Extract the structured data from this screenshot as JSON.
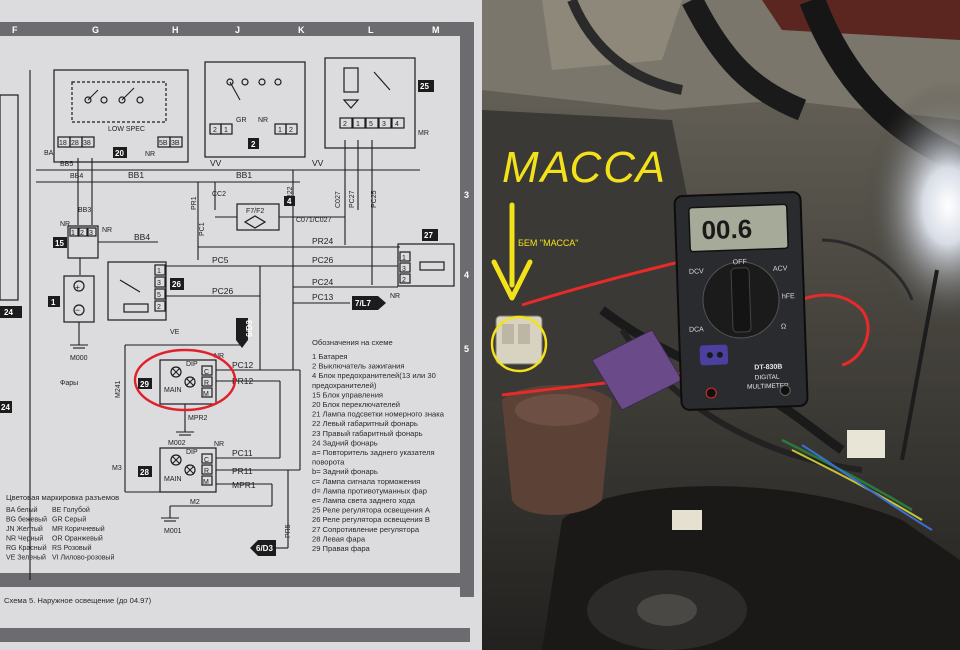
{
  "left_diagram": {
    "grid_columns": [
      "F",
      "G",
      "H",
      "J",
      "K",
      "L",
      "M"
    ],
    "grid_rows": [
      "3",
      "4",
      "5"
    ],
    "left_edge_labels": [
      "24",
      "24"
    ],
    "components": {
      "c20": "20",
      "c2": "2",
      "c25": "25",
      "c4": "4",
      "c15": "15",
      "c27": "27",
      "c1": "1",
      "c26": "26",
      "c29": "29",
      "c28": "28",
      "low_spec": "LOW SPEC",
      "dip": "DIP",
      "main": "MAIN",
      "nr": "NR",
      "gr": "GR",
      "mr": "MR",
      "ve": "VE",
      "ba": "BA",
      "fuse": "F7/F2",
      "fuse_wires": "C071/C027",
      "fary": "Фары",
      "connector_pins": {
        "c20_left": [
          "18",
          "28",
          "38"
        ],
        "c20_right": [
          "5B",
          "3B"
        ],
        "c2_left": [
          "2",
          "1"
        ],
        "c2_right": [
          "1",
          "2"
        ],
        "c25_pins": [
          "2",
          "1",
          "5",
          "3",
          "4"
        ],
        "c27_pins": [
          "1",
          "3",
          "2"
        ],
        "c26_pins": [
          "1",
          "3",
          "5",
          "2"
        ],
        "c15_pins": [
          "1",
          "2",
          "3"
        ],
        "c29_pins": [
          "C",
          "R",
          "M"
        ],
        "c28_pins": [
          "C",
          "R",
          "M"
        ]
      },
      "plus": "+",
      "minus": "−"
    },
    "wire_labels": {
      "vv1": "VV",
      "vv2": "VV",
      "bb1a": "BB1",
      "bb1b": "BB1",
      "bb5": "BB5",
      "bb4": "BB4",
      "bb3": "BB3",
      "bb4b": "BB4",
      "cc2": "CC2",
      "pr22": "PR22",
      "c027": "C027",
      "pc27": "PC27",
      "pc25": "PC25",
      "pr1": "PR1",
      "pc1": "PC1",
      "pr24": "PR24",
      "pc5": "PC5",
      "pc26a": "PC26",
      "pc26b": "PC26",
      "pc24": "PC24",
      "pc13": "PC13",
      "pc12": "PC12",
      "pr12": "PR12",
      "m241": "M241",
      "mpr2": "MPR2",
      "m3": "M3",
      "pc11": "PC11",
      "pr11": "PR11",
      "mpr1": "MPR1",
      "m2": "M2",
      "pr5": "PR5",
      "m000": "M000",
      "m002": "M002",
      "m001": "M001",
      "ref_l7": "7/L7",
      "ref_d3a": "6/D3",
      "ref_d3b": "6/D3"
    },
    "legend_title": "Обозначения на схеме",
    "legend_items": [
      "1 Батарея",
      "2 Выключатель зажигания",
      "4 Блок предохранителей(13 или 30",
      "предохранителей)",
      "15 Блок управления",
      "20 Блок переключателей",
      "21 Лампа подсветки номерного знака",
      "22 Левый габаритный фонарь",
      "23 Правый габаритный фонарь",
      "24 Задний фонарь",
      "a= Повторитель заднего указателя",
      "поворота",
      "b= Задний фонарь",
      "c= Лампа сигнала торможения",
      "d= Лампа противотуманных фар",
      "e= Лампа света заднего хода",
      "25 Реле регулятора освещения А",
      "26 Реле регулятора освещения В",
      "27 Сопротивление регулятора",
      "28 Левая фара",
      "29 Правая фара"
    ],
    "color_title": "Цветовая маркировка разъемов",
    "color_codes": [
      [
        "BA белый",
        "BE Голубой"
      ],
      [
        "BG бежевый",
        "GR Серый"
      ],
      [
        "JN Желтый",
        "MR Коричневый"
      ],
      [
        "NR Черный",
        "OR Оранжевый"
      ],
      [
        "RG Красный",
        "RS Розовый"
      ],
      [
        "VE Зеленый",
        "VI Лилово-розовый"
      ]
    ],
    "caption": "Схема 5. Наружное освещение (до 04.97)"
  },
  "right_photo": {
    "annotation_main": "МАССА",
    "annotation_small": "БЕМ \"МАССА\"",
    "multimeter": {
      "reading": "00.6",
      "model": "DT-830B",
      "name_line1": "DIGITAL",
      "name_line2": "MULTIMETER",
      "dial_labels": [
        "DCV",
        "ACV",
        "OFF",
        "hFE",
        "DCA",
        "Ω"
      ]
    }
  },
  "colors": {
    "annotation": "#f3e21a",
    "highlight_circle_left": "#e0202a",
    "highlight_circle_right": "#f3e21a",
    "probe_wire": "#e82a2a"
  }
}
